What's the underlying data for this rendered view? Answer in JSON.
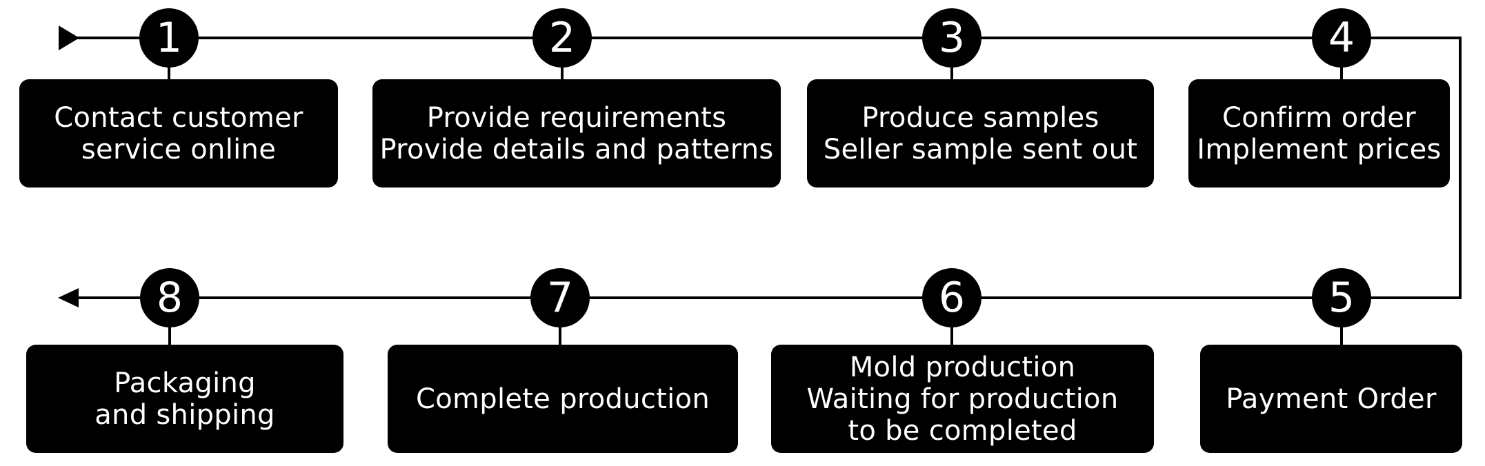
{
  "colors": {
    "box_fill": "#000000",
    "box_text": "#ffffff",
    "line": "#000000",
    "background": "#ffffff"
  },
  "steps": [
    {
      "number": "1",
      "lines": [
        "Contact customer",
        "service online"
      ]
    },
    {
      "number": "2",
      "lines": [
        "Provide requirements",
        "Provide details and patterns"
      ]
    },
    {
      "number": "3",
      "lines": [
        "Produce samples",
        "Seller sample sent out"
      ]
    },
    {
      "number": "4",
      "lines": [
        "Confirm order",
        "Implement prices"
      ]
    },
    {
      "number": "5",
      "lines": [
        "Payment Order"
      ]
    },
    {
      "number": "6",
      "lines": [
        "Mold production",
        "Waiting for production",
        "to be completed"
      ]
    },
    {
      "number": "7",
      "lines": [
        "Complete production"
      ]
    },
    {
      "number": "8",
      "lines": [
        "Packaging",
        "and shipping"
      ]
    }
  ]
}
